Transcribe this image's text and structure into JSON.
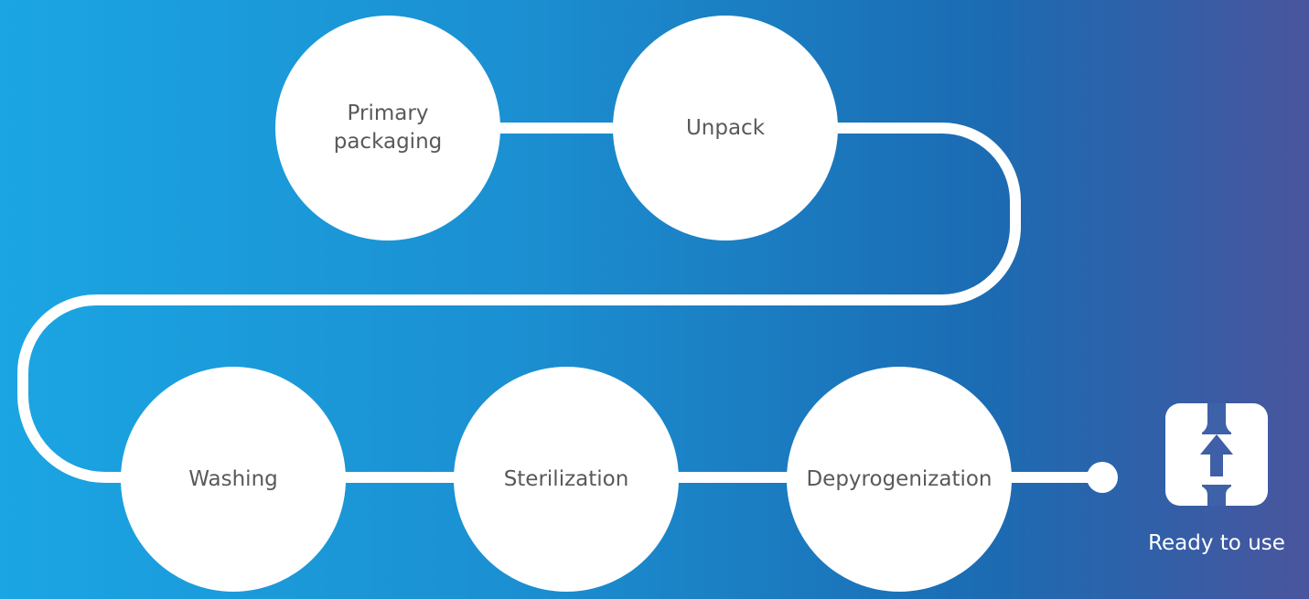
{
  "steps": [
    {
      "label": "Primary\npackaging"
    },
    {
      "label": "Unpack"
    },
    {
      "label": "Washing"
    },
    {
      "label": "Sterilization"
    },
    {
      "label": "Depyrogenization"
    }
  ],
  "end": {
    "label": "Ready to use",
    "icon": "ready-to-use-icon"
  },
  "colors": {
    "gradient_start": "#1ba5e3",
    "gradient_end": "#4a559d",
    "circle_fill": "#ffffff",
    "circle_text": "#58595b",
    "connector": "#ffffff",
    "icon_arrow": "#3f5fa6"
  }
}
